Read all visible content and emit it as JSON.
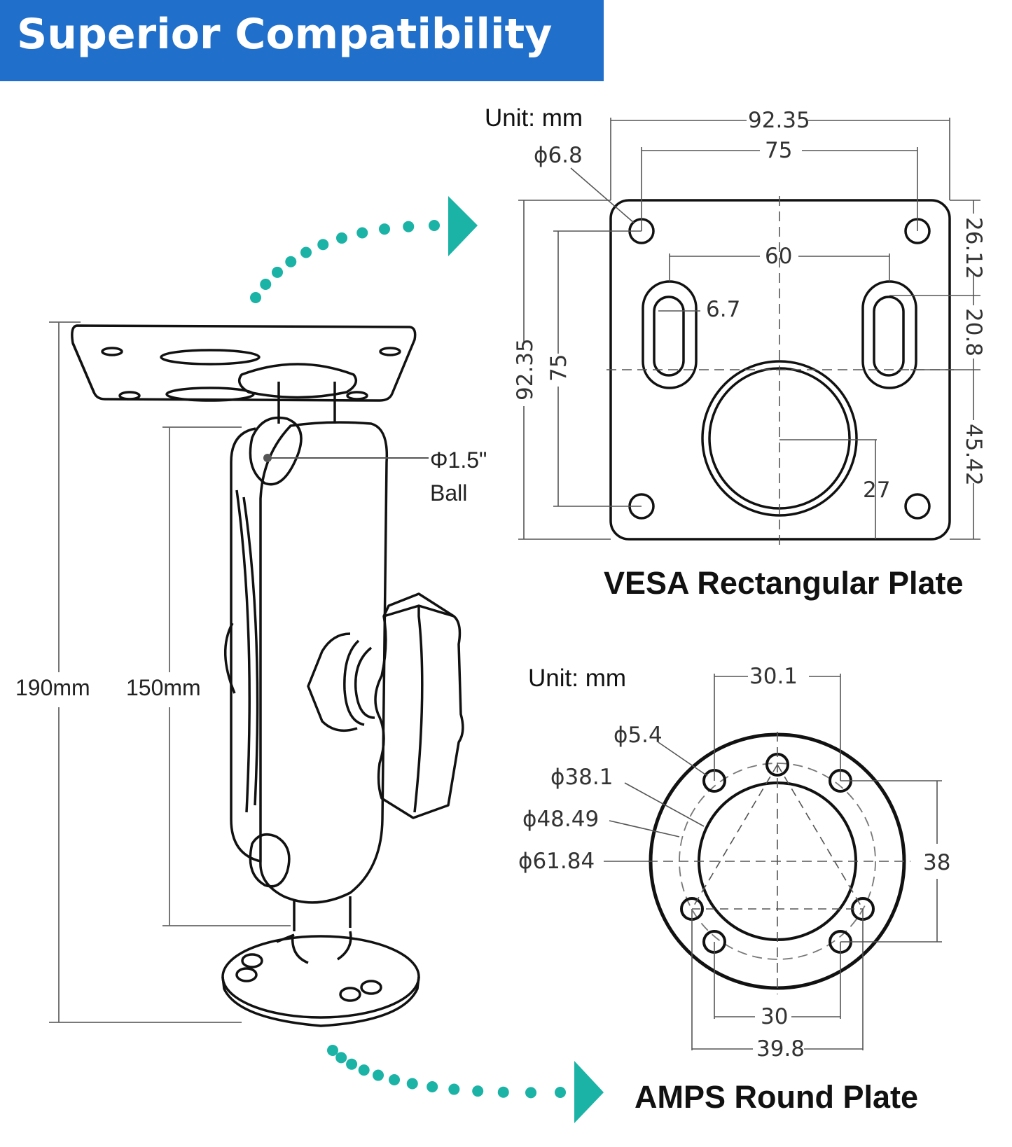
{
  "banner": {
    "title": "Superior Compatibility",
    "color": "#1f6fcb"
  },
  "accent_color": "#1ab3a6",
  "mount": {
    "ball_label": "Φ1.5\"",
    "ball_label_2": "Ball",
    "height_total": "190mm",
    "height_arm": "150mm"
  },
  "vesa_plate": {
    "unit": "Unit: mm",
    "hole_dia": "ϕ6.8",
    "width_outer": "92.35",
    "width_holes": "75",
    "slot_spacing": "60",
    "slot_width": "6.7",
    "height_outer": "92.35",
    "height_holes": "75",
    "right_top": "26.12",
    "right_mid": "20.8",
    "right_bottom": "45.42",
    "center_radius": "27",
    "caption": "VESA Rectangular Plate"
  },
  "amps_plate": {
    "unit": "Unit: mm",
    "top_width": "30.1",
    "hole_dia": "ϕ5.4",
    "d1": "ϕ38.1",
    "d2": "ϕ48.49",
    "d3": "ϕ61.84",
    "right_height": "38",
    "bottom_inner": "30",
    "bottom_outer": "39.8",
    "caption": "AMPS Round Plate"
  },
  "icons": [
    "arrow-right-icon"
  ]
}
